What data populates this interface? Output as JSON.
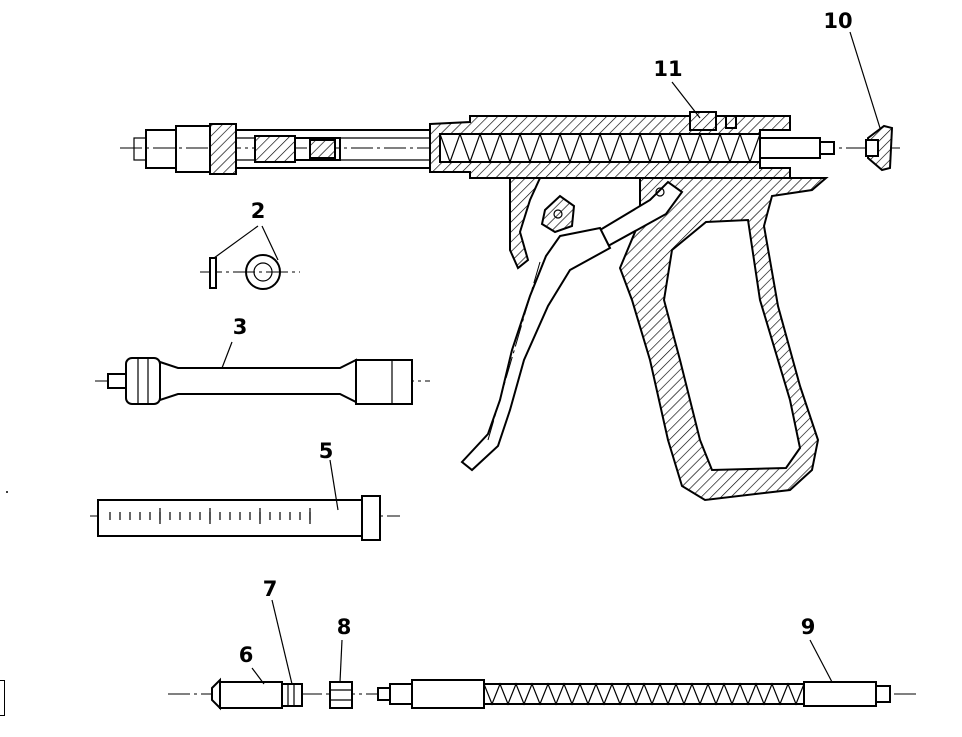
{
  "labels": {
    "l2": "2",
    "l3": "3",
    "l5": "5",
    "l6": "6",
    "l7": "7",
    "l8": "8",
    "l9": "9",
    "l10": "10",
    "l11": "11"
  },
  "colors": {
    "ink": "#000000",
    "paper": "#ffffff"
  }
}
